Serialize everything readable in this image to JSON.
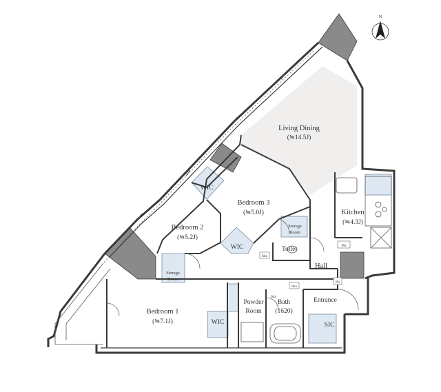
{
  "compass": {
    "label": "N"
  },
  "rooms": {
    "living_dining": {
      "name": "Living Dining",
      "size": "(≒14.5J)"
    },
    "bedroom1": {
      "name": "Bedroom 1",
      "size": "(≒7.1J)"
    },
    "bedroom2": {
      "name": "Bedroom 2",
      "size": "(≒5.2J)"
    },
    "bedroom3": {
      "name": "Bedroom 3",
      "size": "(≒5.0J)"
    },
    "kitchen": {
      "name": "Kitchen",
      "size": "(≒4.3J)"
    },
    "hall": {
      "name": "Hall"
    },
    "toilet": {
      "name": "Toilet"
    },
    "entrance": {
      "name": "Entrance"
    },
    "powder_room": {
      "line1": "Powder",
      "line2": "Room"
    },
    "bath": {
      "name": "Bath",
      "size": "(1620)"
    },
    "sic": {
      "name": "SIC"
    },
    "wic_bedroom1": {
      "name": "WIC"
    },
    "wic_bedroom2": {
      "name": "WIC"
    },
    "wic_bedroom3": {
      "name": "WIC"
    },
    "storage_bedroom2": {
      "line1": "Storage",
      "line2": "Room"
    },
    "storage_bedroom3": {
      "line1": "Storage",
      "line2": "Room"
    }
  },
  "small_labels": {
    "ps_kitchen": "PS",
    "ps_hall": "PS",
    "sks_toilet": "Sks",
    "sks_bath": "Sks",
    "pantry_code": "Sks"
  },
  "colors": {
    "wall": "#3a3a3a",
    "column_fill": "#8a8a8a",
    "storage_fill": "#dde8f3",
    "living_floor": "#f1eeee"
  }
}
